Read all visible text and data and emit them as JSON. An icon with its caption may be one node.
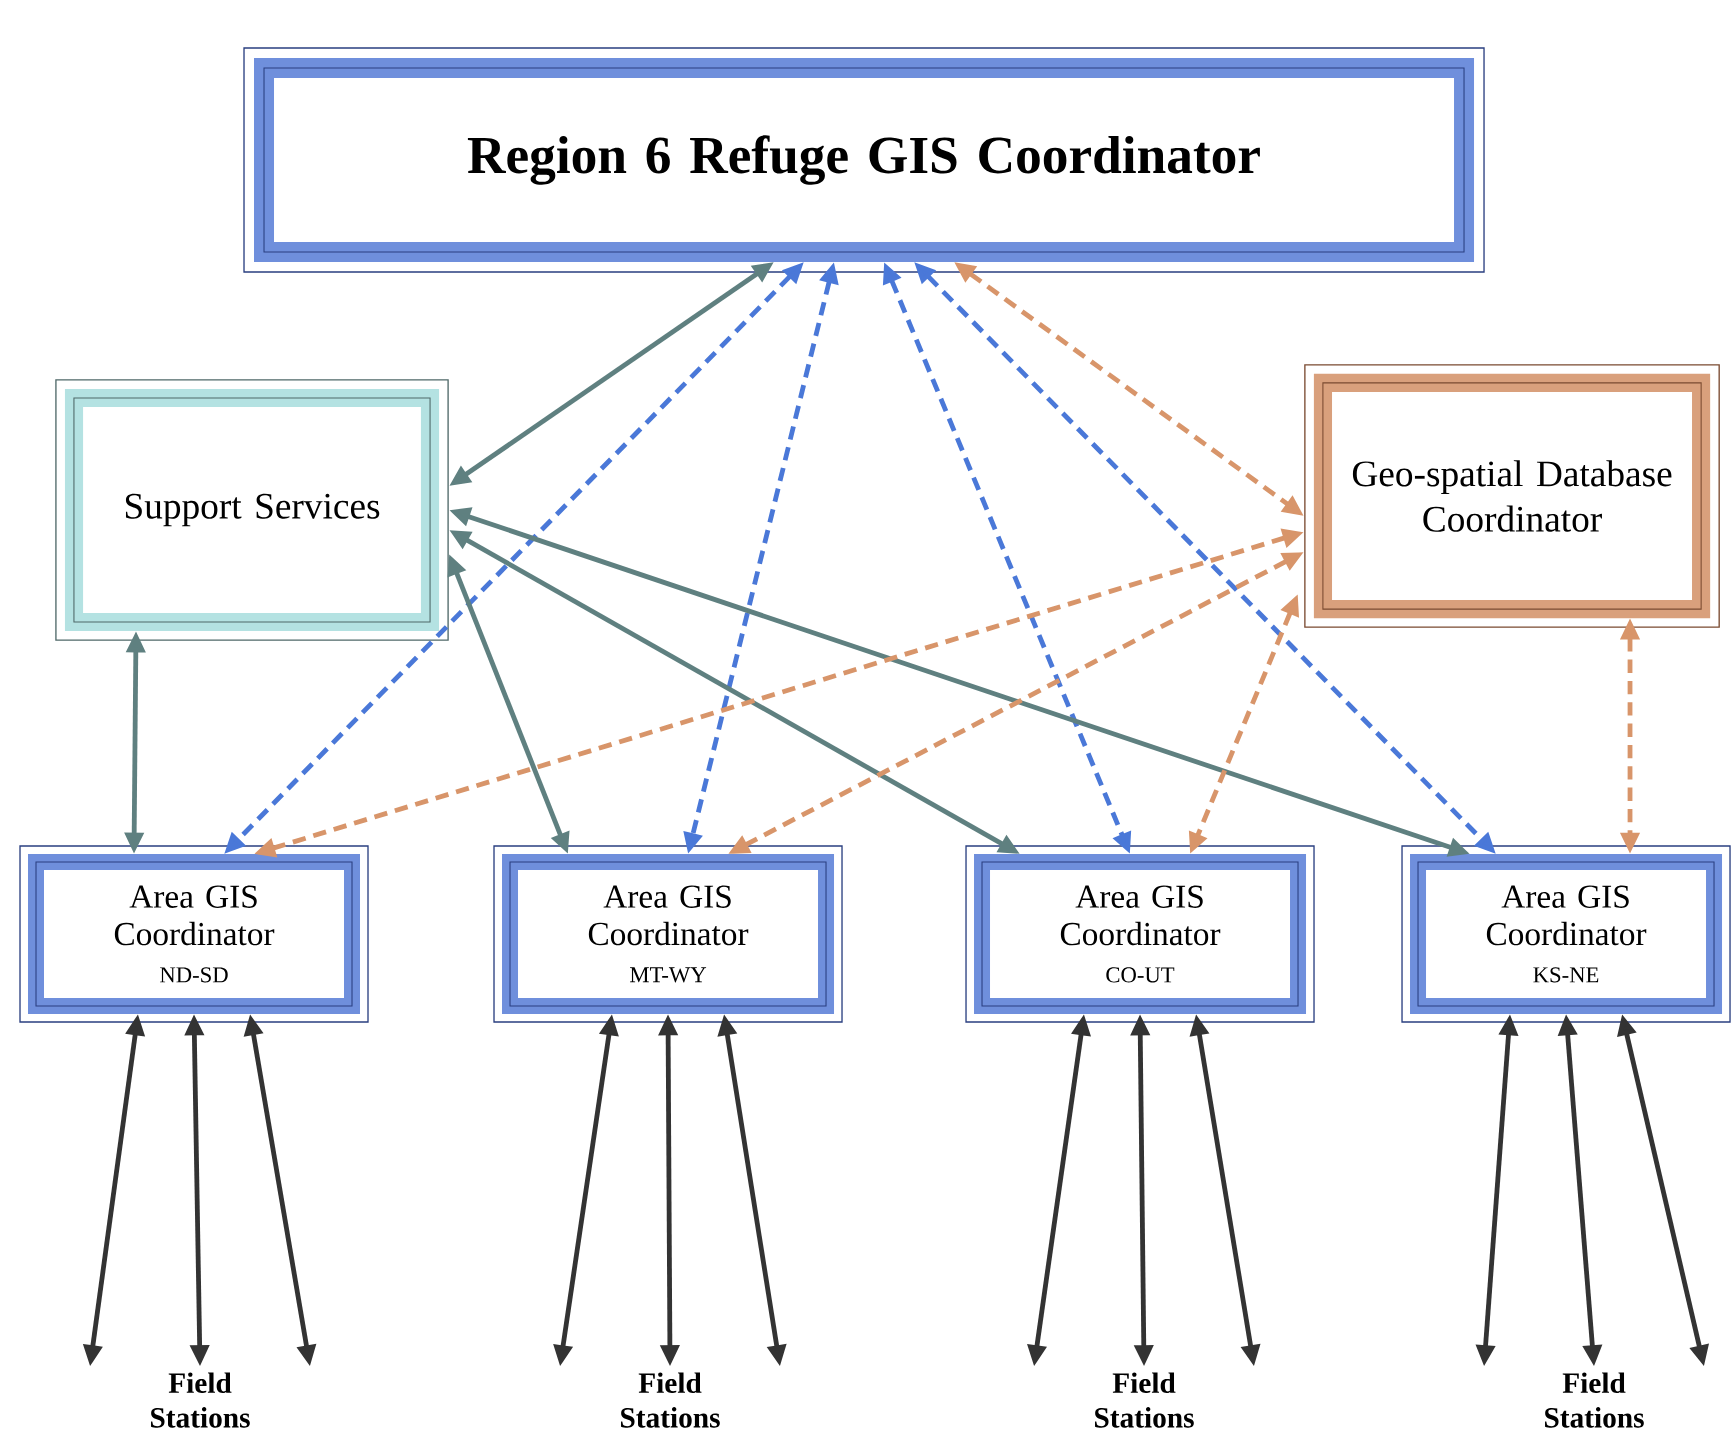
{
  "diagram": {
    "nodes": [
      {
        "text": [
          "Region 6 Refuge GIS Coordinator"
        ]
      },
      {
        "text": [
          "Support Services"
        ]
      },
      {
        "text": [
          "Geo-spatial Database Coordinator"
        ]
      },
      {
        "text": [
          "Area GIS Coordinator",
          "ND-SD"
        ]
      },
      {
        "text": [
          "Area GIS Coordinator",
          "MT-WY"
        ]
      },
      {
        "text": [
          "Area GIS Coordinator",
          "CO-UT"
        ]
      },
      {
        "text": [
          "Area GIS Coordinator",
          "KS-NE"
        ]
      },
      {
        "text": [
          "Field Stations"
        ]
      },
      {
        "text": [
          "Field Stations"
        ]
      },
      {
        "text": [
          "Field Stations"
        ]
      },
      {
        "text": [
          "Field Stations"
        ]
      }
    ],
    "edges": [
      {
        "from": 0,
        "to": 1,
        "arrow": "both",
        "color": "#5f8080"
      },
      {
        "from": 0,
        "to": 3,
        "arrow": "both",
        "style": "dashed",
        "color": "#4a78d8"
      },
      {
        "from": 0,
        "to": 4,
        "arrow": "both",
        "style": "dashed",
        "color": "#4a78d8"
      },
      {
        "from": 0,
        "to": 5,
        "arrow": "both",
        "style": "dashed",
        "color": "#4a78d8"
      },
      {
        "from": 0,
        "to": 6,
        "arrow": "both",
        "style": "dashed",
        "color": "#4a78d8"
      },
      {
        "from": 0,
        "to": 2,
        "arrow": "both",
        "style": "dashed",
        "color": "#d8956a"
      },
      {
        "from": 1,
        "to": 3,
        "arrow": "both",
        "color": "#5f8080"
      },
      {
        "from": 1,
        "to": 4,
        "arrow": "both",
        "color": "#5f8080"
      },
      {
        "from": 1,
        "to": 5,
        "arrow": "both",
        "color": "#5f8080"
      },
      {
        "from": 1,
        "to": 6,
        "arrow": "both",
        "color": "#5f8080"
      },
      {
        "from": 2,
        "to": 3,
        "arrow": "both",
        "style": "dashed",
        "color": "#d8956a"
      },
      {
        "from": 2,
        "to": 4,
        "arrow": "both",
        "style": "dashed",
        "color": "#d8956a"
      },
      {
        "from": 2,
        "to": 5,
        "arrow": "both",
        "style": "dashed",
        "color": "#d8956a"
      },
      {
        "from": 2,
        "to": 6,
        "arrow": "both",
        "style": "dashed",
        "color": "#d8956a"
      },
      {
        "from": 3,
        "to": 7,
        "arrow": "both"
      },
      {
        "from": 3,
        "to": 7,
        "arrow": "both"
      },
      {
        "from": 3,
        "to": 7,
        "arrow": "both"
      },
      {
        "from": 4,
        "to": 8,
        "arrow": "both"
      },
      {
        "from": 4,
        "to": 8,
        "arrow": "both"
      },
      {
        "from": 4,
        "to": 8,
        "arrow": "both"
      },
      {
        "from": 5,
        "to": 9,
        "arrow": "both"
      },
      {
        "from": 5,
        "to": 9,
        "arrow": "both"
      },
      {
        "from": 5,
        "to": 9,
        "arrow": "both"
      },
      {
        "from": 6,
        "to": 10,
        "arrow": "both"
      },
      {
        "from": 6,
        "to": 10,
        "arrow": "both"
      },
      {
        "from": 6,
        "to": 10,
        "arrow": "both"
      }
    ]
  }
}
